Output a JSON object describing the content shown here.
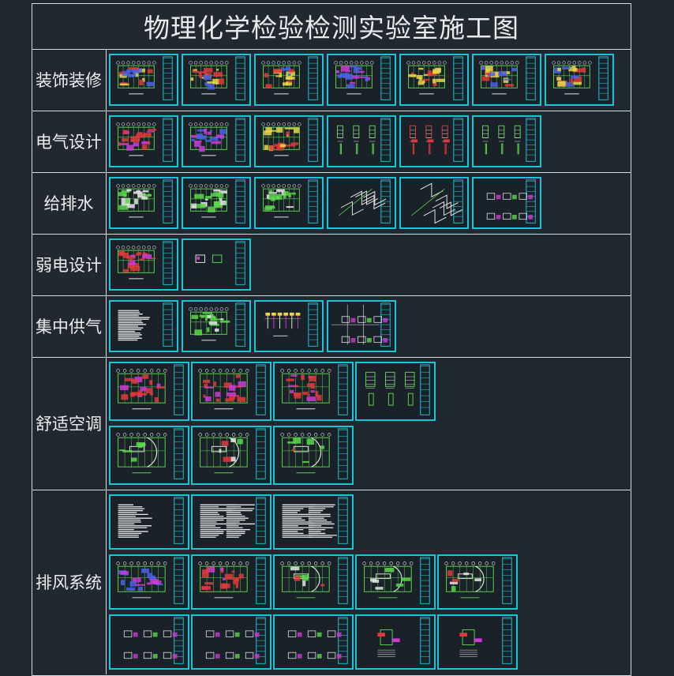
{
  "title": "物理化学检验检测实验室施工图",
  "sections": [
    {
      "name": "装饰装修",
      "rows": [
        [
          "plan-color",
          "plan-color",
          "plan-color",
          "plan-blue",
          "plan-yellow",
          "plan-color",
          "plan-color"
        ]
      ]
    },
    {
      "name": "电气设计",
      "rows": [
        [
          "plan-red",
          "plan-blue",
          "plan-yellow",
          "schematic-green",
          "schematic-red",
          "schematic-green"
        ]
      ]
    },
    {
      "name": "给排水",
      "rows": [
        [
          "plan-green",
          "plan-green",
          "plan-green",
          "iso-pipes",
          "iso-pipes",
          "details"
        ]
      ]
    },
    {
      "name": "弱电设计",
      "rows": [
        [
          "plan-red",
          "legend"
        ]
      ]
    },
    {
      "name": "集中供气",
      "rows": [
        [
          "text-notes",
          "plan-green",
          "gas-system",
          "detail-grid"
        ]
      ]
    },
    {
      "name": "舒适空调",
      "rows": [
        [
          "plan-red",
          "plan-red",
          "plan-red",
          "schematic-green"
        ],
        [
          "plan-arc",
          "plan-arc",
          "plan-arc"
        ]
      ]
    },
    {
      "name": "排风系统",
      "rows": [
        [
          "text-notes",
          "text-table",
          "text-table"
        ],
        [
          "plan-blue",
          "plan-red",
          "plan-arc",
          "plan-arc",
          "plan-arc"
        ],
        [
          "details",
          "details",
          "details",
          "detail-single",
          "detail-single"
        ]
      ]
    }
  ],
  "colors": {
    "background": "#212830",
    "grid_line": "#d9dde0",
    "sheet_border": "#19c6d8",
    "drawing_green": "#5ad84a",
    "drawing_red": "#e23a3a",
    "drawing_blue": "#4a62e8",
    "drawing_yellow": "#e8d84a",
    "drawing_magenta": "#d03ad8",
    "drawing_white": "#e8e8e8"
  }
}
